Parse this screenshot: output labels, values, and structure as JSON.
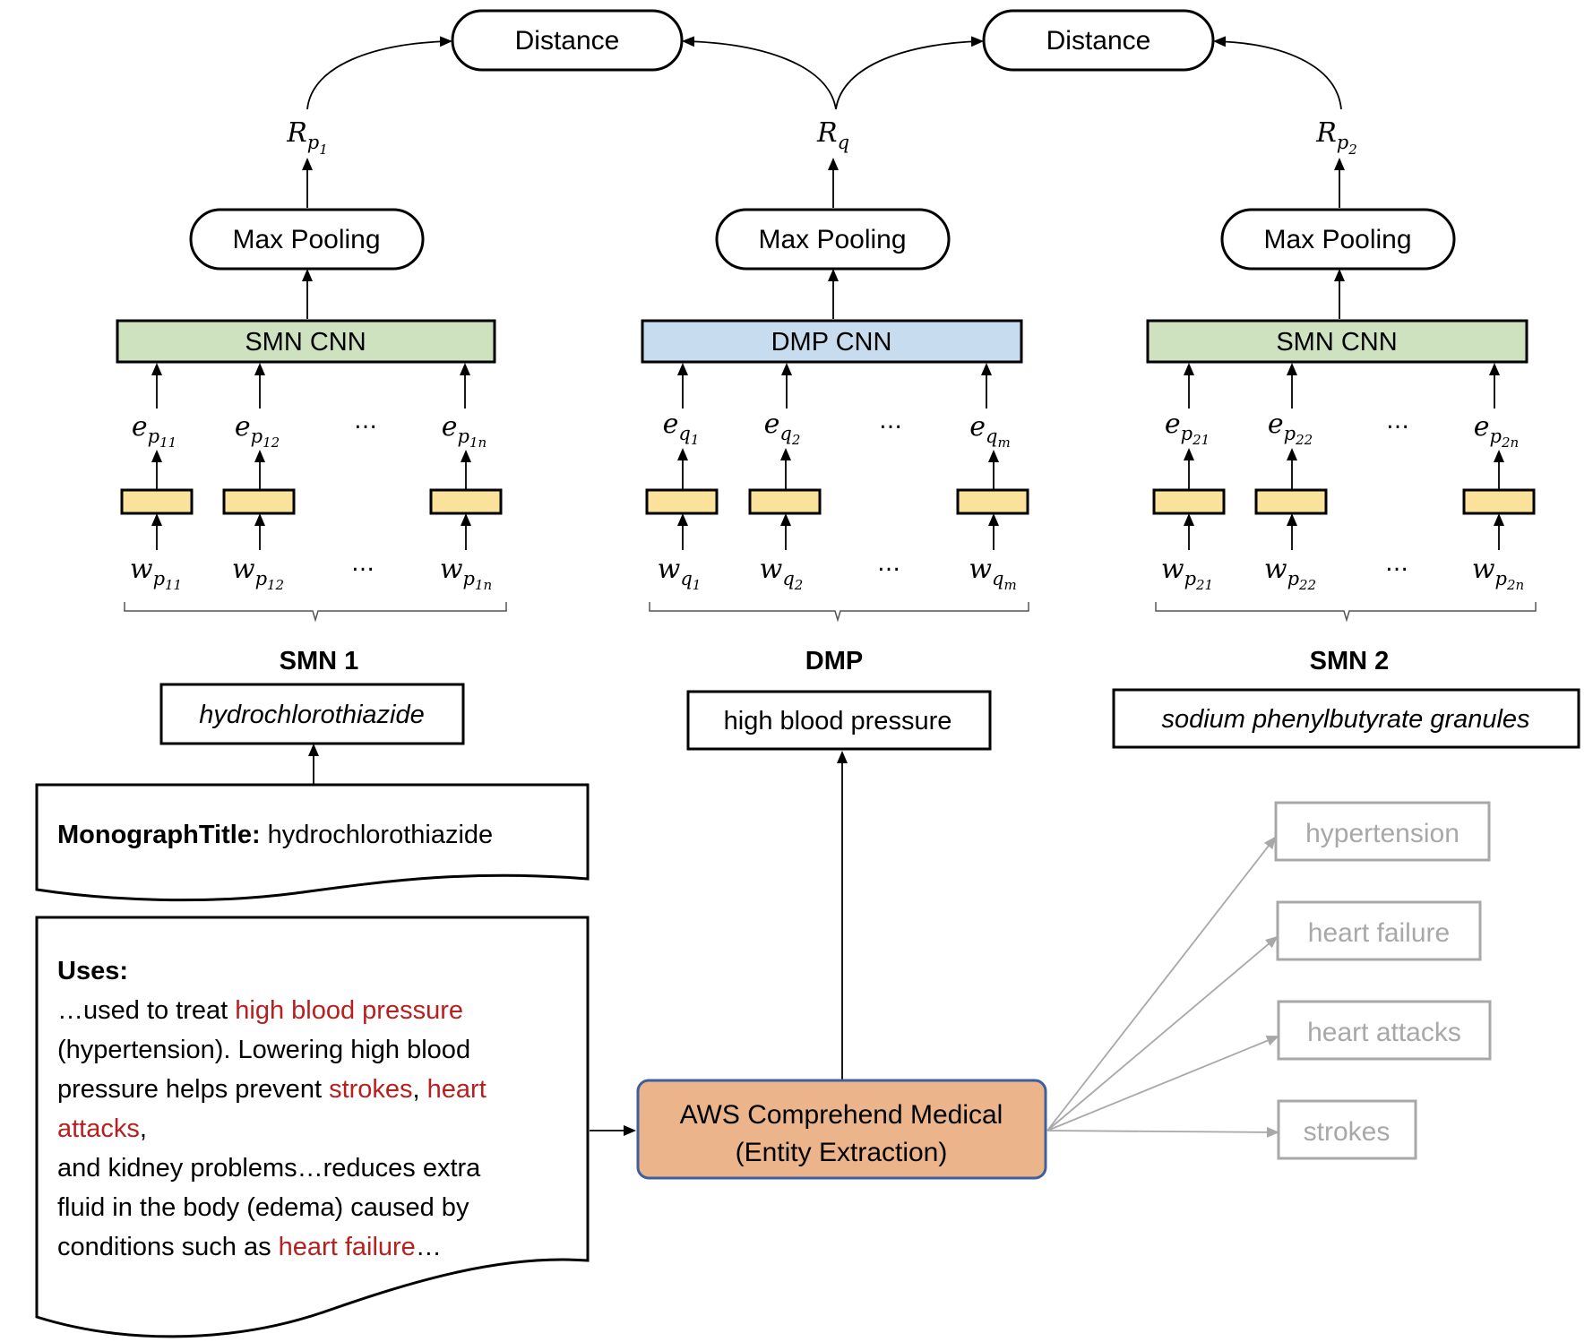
{
  "colors": {
    "green_cnn": "#cfe2c0",
    "blue_cnn": "#c8dcef",
    "embed_yellow": "#fbe29a",
    "aws_box": "#ecb48a",
    "aws_border": "#3d5f9e",
    "highlight_red": "#b81f1f",
    "grey_entity": "#a8a8a8"
  },
  "distance_left": "Distance",
  "distance_right": "Distance",
  "columns": [
    {
      "id": "smn1",
      "rep_main": "R",
      "rep_sub": "p",
      "rep_subsub": "1",
      "pool_label": "Max Pooling",
      "cnn_label": "SMN CNN",
      "e_tokens": [
        {
          "main": "e",
          "sub": "p",
          "subsub": "11"
        },
        {
          "main": "e",
          "sub": "p",
          "subsub": "12"
        },
        {
          "main": "e",
          "sub": "p",
          "subsub": "1n"
        }
      ],
      "w_tokens": [
        {
          "main": "w",
          "sub": "p",
          "subsub": "11"
        },
        {
          "main": "w",
          "sub": "p",
          "subsub": "12"
        },
        {
          "main": "w",
          "sub": "p",
          "subsub": "1n"
        }
      ],
      "ellipsis": "…",
      "group_label": "SMN 1",
      "term": "hydrochlorothiazide"
    },
    {
      "id": "dmp",
      "rep_main": "R",
      "rep_sub": "q",
      "rep_subsub": "",
      "pool_label": "Max Pooling",
      "cnn_label": "DMP CNN",
      "e_tokens": [
        {
          "main": "e",
          "sub": "q",
          "subsub": "1"
        },
        {
          "main": "e",
          "sub": "q",
          "subsub": "2"
        },
        {
          "main": "e",
          "sub": "q",
          "subsub": "m"
        }
      ],
      "w_tokens": [
        {
          "main": "w",
          "sub": "q",
          "subsub": "1"
        },
        {
          "main": "w",
          "sub": "q",
          "subsub": "2"
        },
        {
          "main": "w",
          "sub": "q",
          "subsub": "m"
        }
      ],
      "ellipsis": "…",
      "group_label": "DMP",
      "term": "high blood pressure"
    },
    {
      "id": "smn2",
      "rep_main": "R",
      "rep_sub": "p",
      "rep_subsub": "2",
      "pool_label": "Max Pooling",
      "cnn_label": "SMN CNN",
      "e_tokens": [
        {
          "main": "e",
          "sub": "p",
          "subsub": "21"
        },
        {
          "main": "e",
          "sub": "p",
          "subsub": "22"
        },
        {
          "main": "e",
          "sub": "p",
          "subsub": "2n"
        }
      ],
      "w_tokens": [
        {
          "main": "w",
          "sub": "p",
          "subsub": "21"
        },
        {
          "main": "w",
          "sub": "p",
          "subsub": "22"
        },
        {
          "main": "w",
          "sub": "p",
          "subsub": "2n"
        }
      ],
      "ellipsis": "…",
      "group_label": "SMN 2",
      "term": "sodium phenylbutyrate granules"
    }
  ],
  "monograph": {
    "title_key": "MonographTitle:",
    "title_value": " hydrochlorothiazide"
  },
  "uses_doc": {
    "heading": "Uses:",
    "lines": [
      [
        {
          "t": "…used to treat ",
          "hl": false
        },
        {
          "t": "high blood pressure",
          "hl": true
        }
      ],
      [
        {
          "t": "(hypertension). Lowering high blood",
          "hl": false
        }
      ],
      [
        {
          "t": "pressure helps prevent ",
          "hl": false
        },
        {
          "t": "strokes",
          "hl": true
        },
        {
          "t": ", ",
          "hl": false
        },
        {
          "t": "heart",
          "hl": true
        }
      ],
      [
        {
          "t": "attacks",
          "hl": true
        },
        {
          "t": ",",
          "hl": false
        }
      ],
      [
        {
          "t": "and kidney problems…reduces extra",
          "hl": false
        }
      ],
      [
        {
          "t": "fluid in the body (edema) caused by",
          "hl": false
        }
      ],
      [
        {
          "t": "conditions such as ",
          "hl": false
        },
        {
          "t": "heart failure",
          "hl": true
        },
        {
          "t": "…",
          "hl": false
        }
      ]
    ]
  },
  "aws": {
    "line1": "AWS Comprehend Medical",
    "line2": "(Entity Extraction)"
  },
  "entities": [
    "hypertension",
    "heart failure",
    "heart attacks",
    "strokes"
  ]
}
